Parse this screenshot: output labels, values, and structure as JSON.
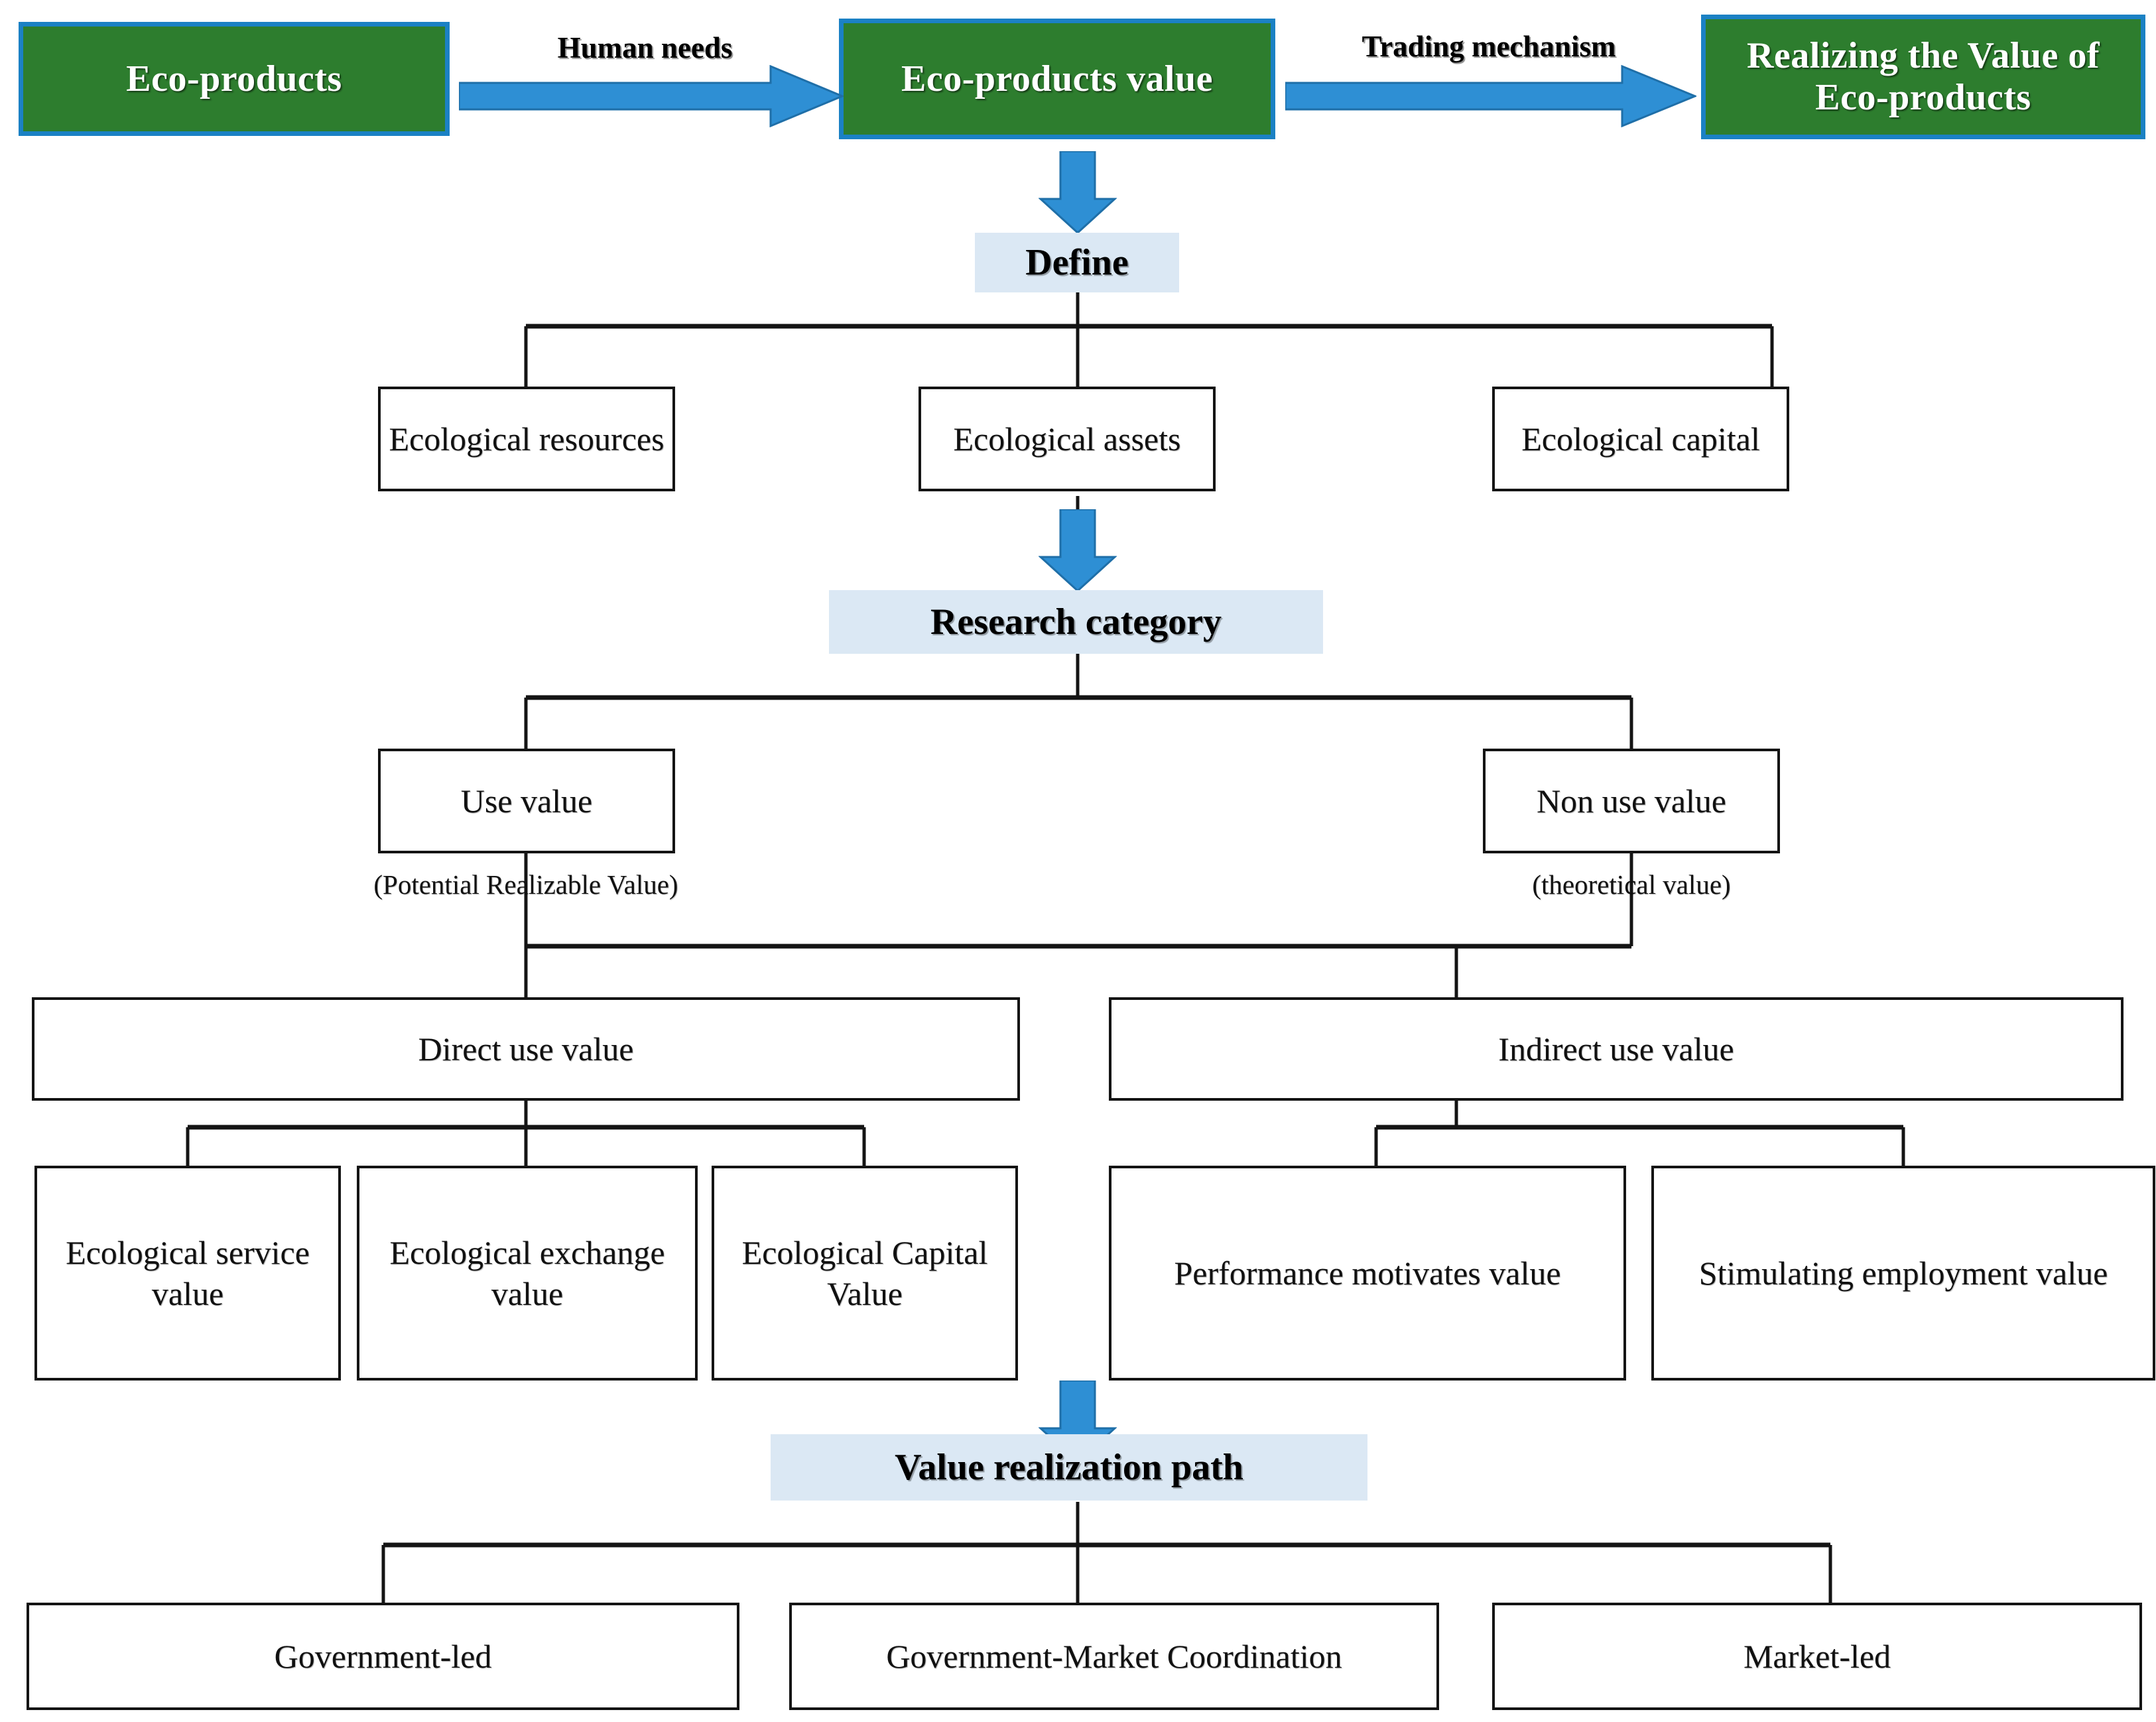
{
  "diagram": {
    "title": "Eco-products value realization framework",
    "colors": {
      "green_fill": "#2d7d2e",
      "blue_border": "#1b81c4",
      "arrow_blue": "#2e8fd4",
      "stage_fill": "#dbe8f4",
      "node_border": "#141414",
      "text_dark": "#111111",
      "background": "#ffffff"
    }
  },
  "top_row": {
    "boxes": [
      {
        "label": "Eco-products"
      },
      {
        "label": "Eco-products value"
      },
      {
        "label": "Realizing the Value of Eco-products"
      }
    ],
    "edge_labels": [
      {
        "label": "Human needs"
      },
      {
        "label": "Trading mechanism"
      }
    ]
  },
  "stages": {
    "define": {
      "label": "Define"
    },
    "research_category": {
      "label": "Research category"
    },
    "value_realization_path": {
      "label": "Value realization path"
    }
  },
  "define_children": [
    {
      "label": "Ecological resources"
    },
    {
      "label": "Ecological assets"
    },
    {
      "label": "Ecological capital"
    }
  ],
  "research_children": [
    {
      "label": "Use value",
      "caption": "(Potential Realizable Value)"
    },
    {
      "label": "Non use value",
      "caption": "(theoretical value)"
    }
  ],
  "use_value_children": [
    {
      "label": "Direct use value"
    },
    {
      "label": "Indirect use value"
    }
  ],
  "direct_use_children": [
    {
      "label": "Ecological service value"
    },
    {
      "label": "Ecological exchange value"
    },
    {
      "label": "Ecological Capital Value"
    }
  ],
  "indirect_use_children": [
    {
      "label": "Performance motivates value"
    },
    {
      "label": "Stimulating employment value"
    }
  ],
  "path_children": [
    {
      "label": "Government-led"
    },
    {
      "label": "Government-Market Coordination"
    },
    {
      "label": "Market-led"
    }
  ]
}
